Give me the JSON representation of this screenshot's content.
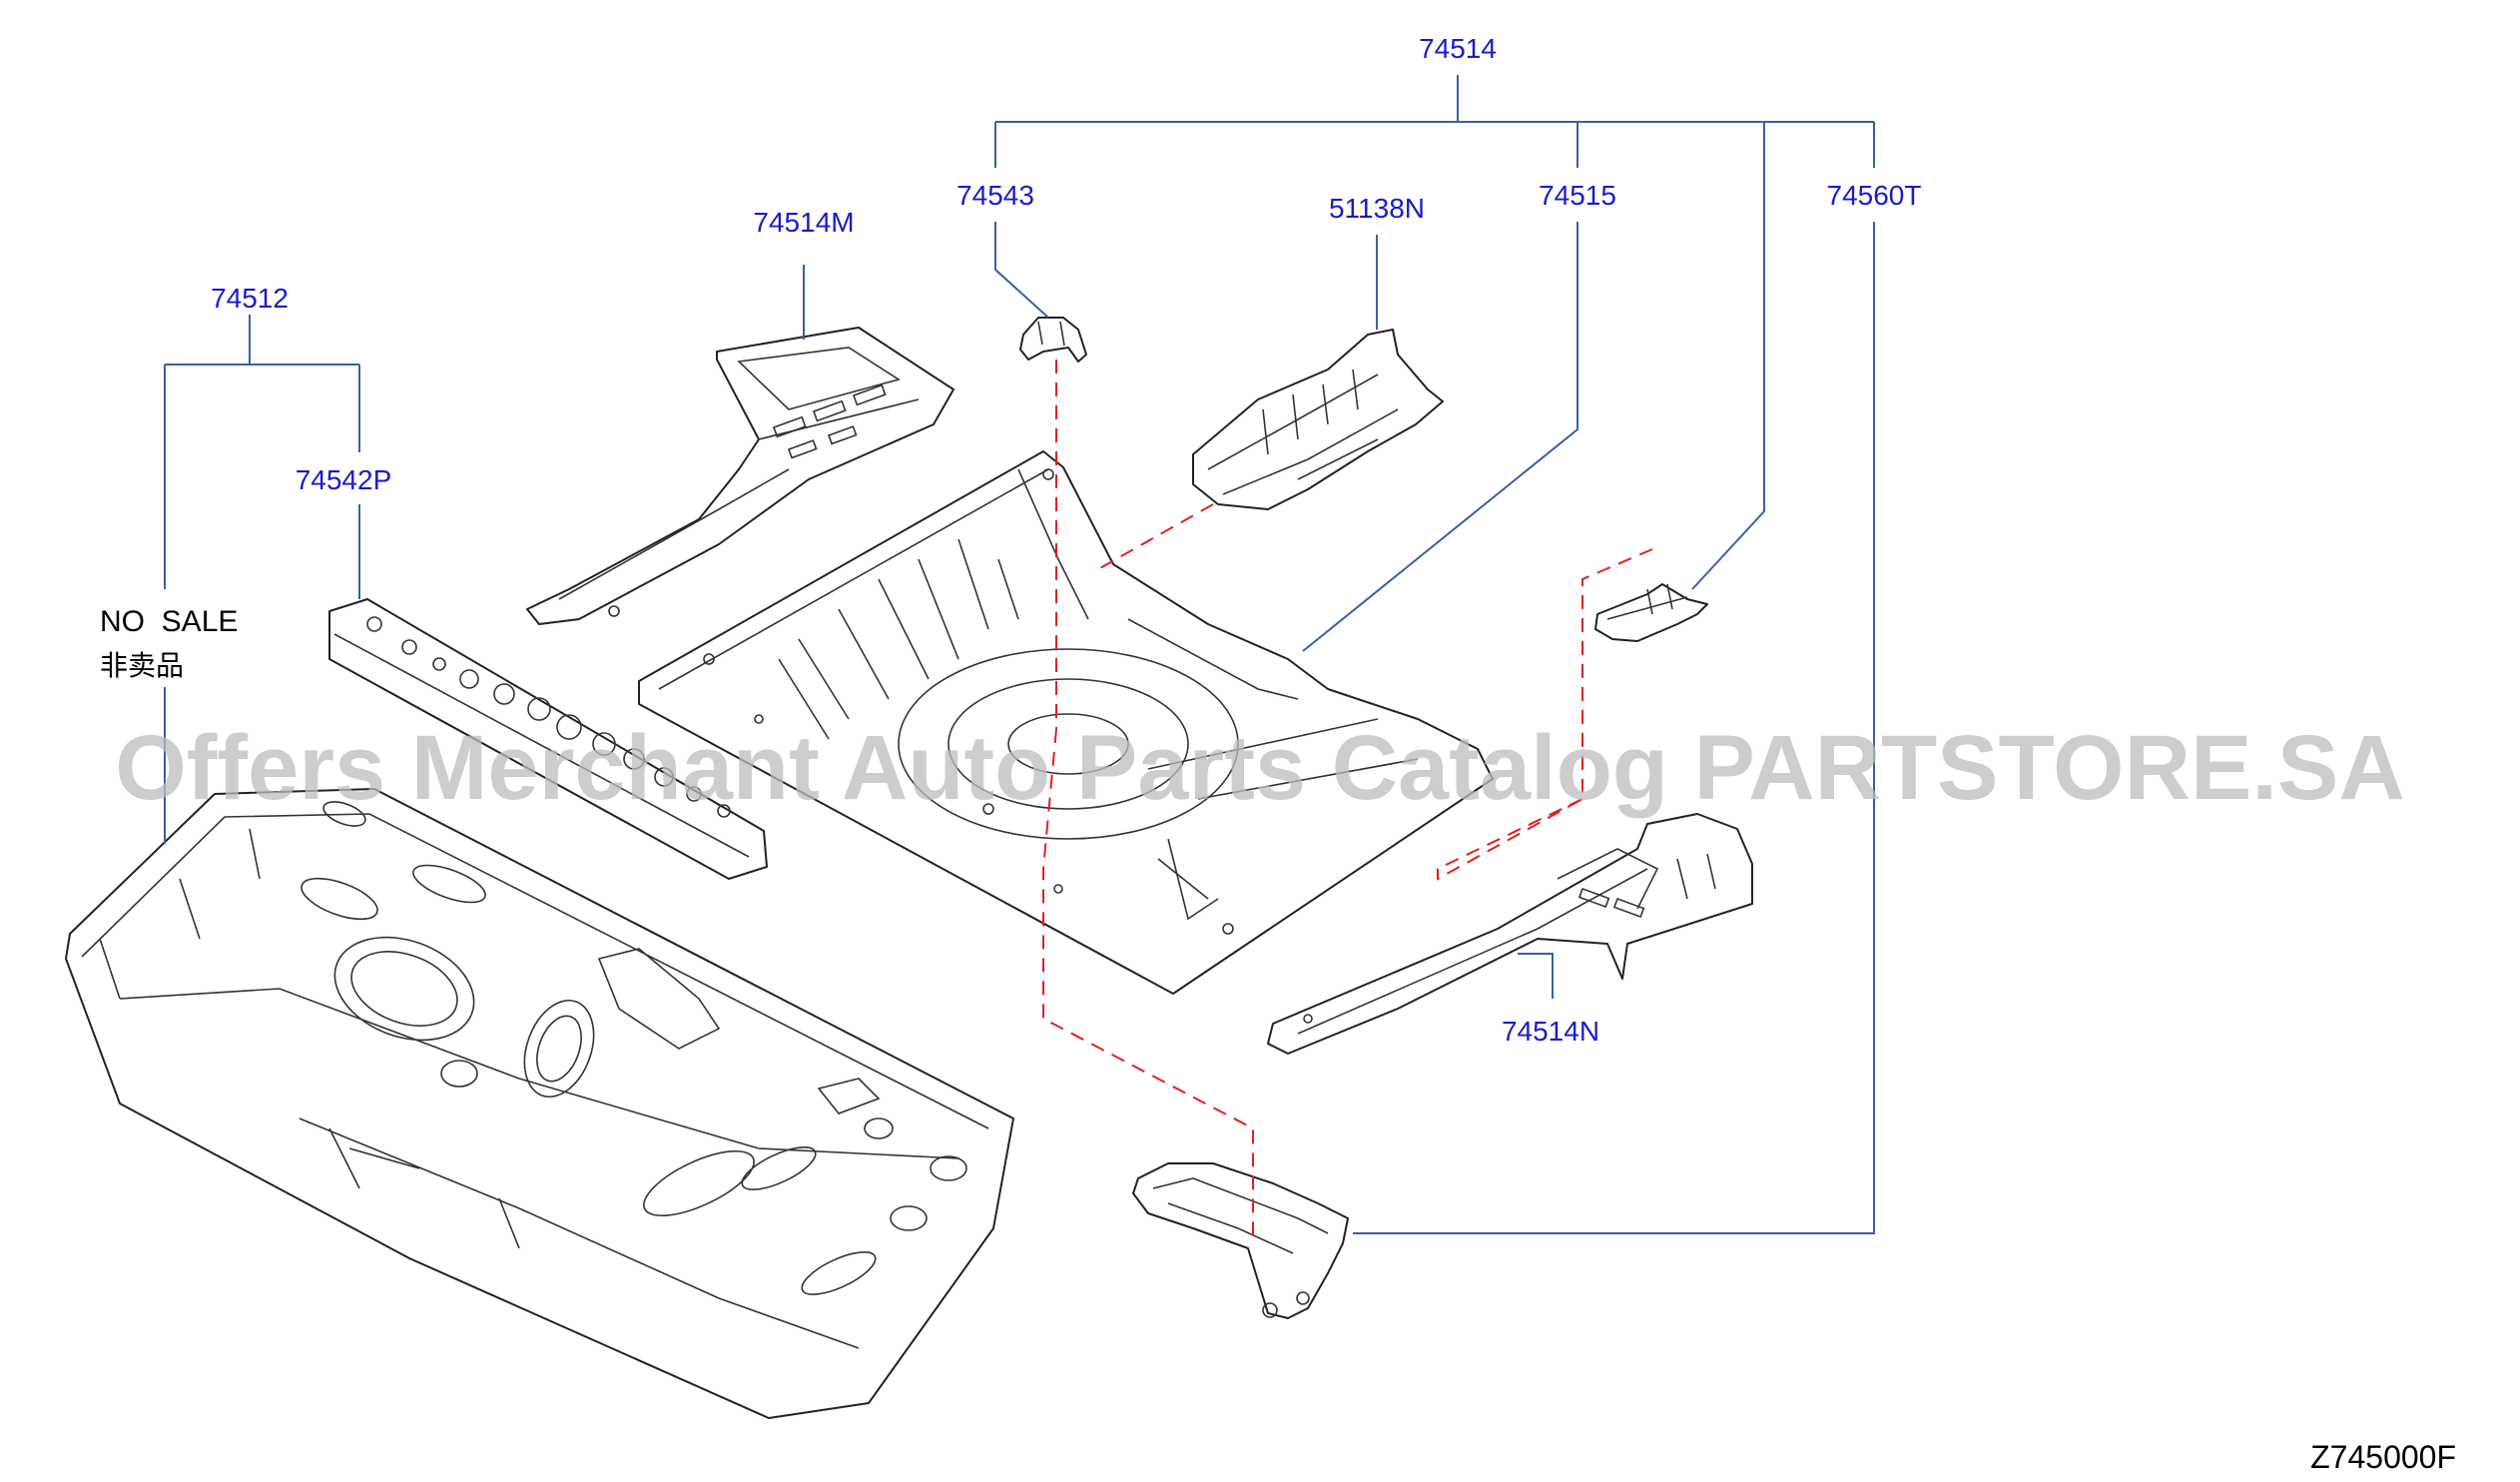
{
  "callouts": {
    "c74514": "74514",
    "c74543": "74543",
    "c51138N": "51138N",
    "c74515": "74515",
    "c74560T": "74560T",
    "c74514M": "74514M",
    "c74512": "74512",
    "c74542P": "74542P",
    "c74514N": "74514N"
  },
  "notes": {
    "no_sale": "NO  SALE",
    "no_sale_cn": "非卖品"
  },
  "diagram_code": "Z745000F",
  "watermark": "Offers Merchant Auto Parts Catalog PARTSTORE.SA",
  "colors": {
    "callout_text": "#1a1acc",
    "leader_line": "#3a5fa8",
    "dashed_line": "#e02020",
    "part_outline": "#222222"
  }
}
